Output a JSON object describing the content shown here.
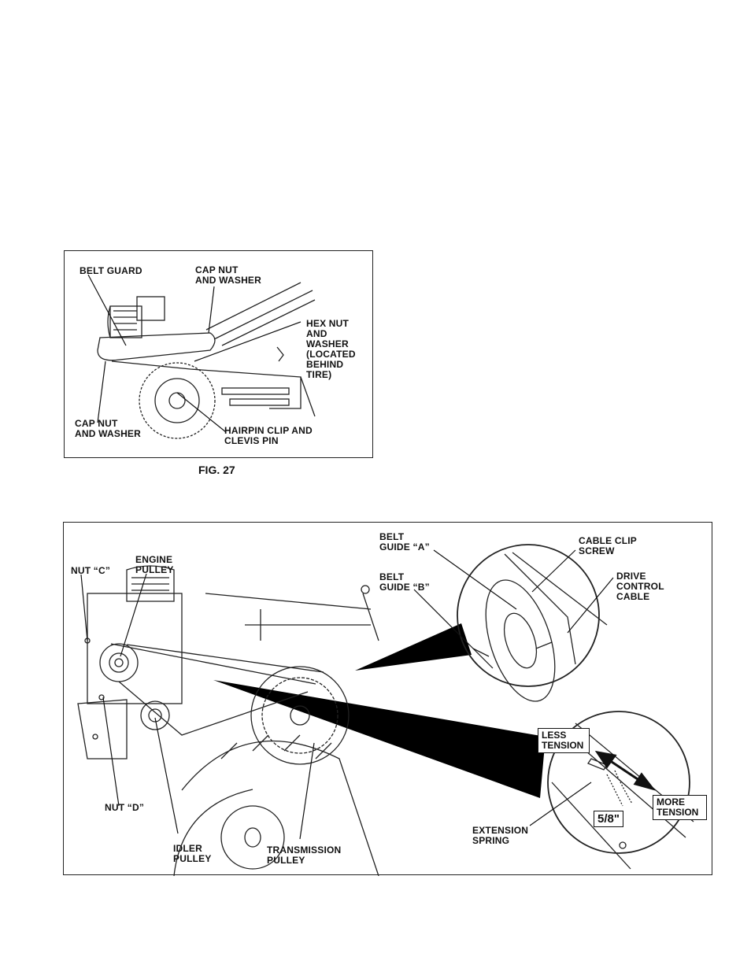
{
  "fig27": {
    "caption": "FIG. 27",
    "labels": {
      "belt_guard": "BELT GUARD",
      "cap_nut_top": "CAP NUT\nAND WASHER",
      "hex_nut": "HEX NUT\nAND\nWASHER\n(LOCATED\nBEHIND\nTIRE)",
      "cap_nut_bottom": "CAP NUT\nAND WASHER",
      "hairpin": "HAIRPIN CLIP AND\nCLEVIS PIN"
    }
  },
  "fig28": {
    "labels": {
      "nut_c": "NUT “C”",
      "engine_pulley": "ENGINE\nPULLEY",
      "belt_guide_a": "BELT\nGUIDE “A”",
      "belt_guide_b": "BELT\nGUIDE “B”",
      "cable_clip": "CABLE CLIP\nSCREW",
      "drive_cable": "DRIVE\nCONTROL\nCABLE",
      "less_tension": "LESS\nTENSION",
      "more_tension": "MORE\nTENSION",
      "measure": "5/8\"",
      "extension_spring": "EXTENSION\nSPRING",
      "nut_d": "NUT “D”",
      "idler_pulley": "IDLER\nPULLEY",
      "transmission_pulley": "TRANSMISSION\nPULLEY"
    }
  }
}
